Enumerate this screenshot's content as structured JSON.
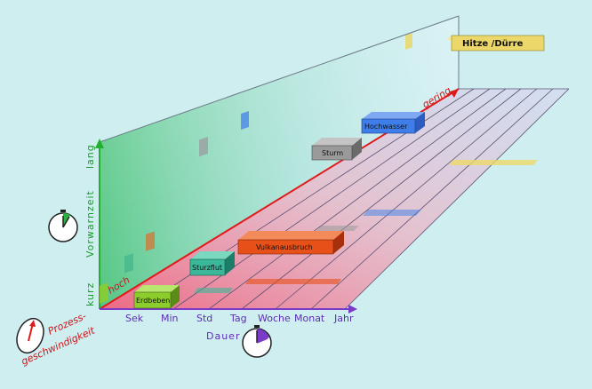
{
  "axes": {
    "duration_label": "Dauer",
    "duration_ticks": [
      "Sek",
      "Min",
      "Std",
      "Tag",
      "Woche",
      "Monat",
      "Jahr"
    ],
    "warning_label": "Vorwarnzeit",
    "warning_low": "kurz",
    "warning_high": "lang",
    "speed_line1": "Prozess-",
    "speed_line2": "geschwindigkeit",
    "speed_high": "hoch",
    "speed_low": "gering"
  },
  "hazards": [
    {
      "name": "Erdbeben",
      "color": "#8ccc2c"
    },
    {
      "name": "Sturzflut",
      "color": "#3bb89a"
    },
    {
      "name": "Vulkanausbruch",
      "color": "#e8501a"
    },
    {
      "name": "Sturm",
      "color": "#9a9a9a"
    },
    {
      "name": "Hochwasser",
      "color": "#3f7ee8"
    },
    {
      "name": "Hitze /Dürre",
      "color": "#ecd86a"
    }
  ],
  "colors": {
    "duration_axis": "#7a3cc8",
    "warning_axis": "#22b030",
    "speed_axis": "#e01a1a"
  }
}
